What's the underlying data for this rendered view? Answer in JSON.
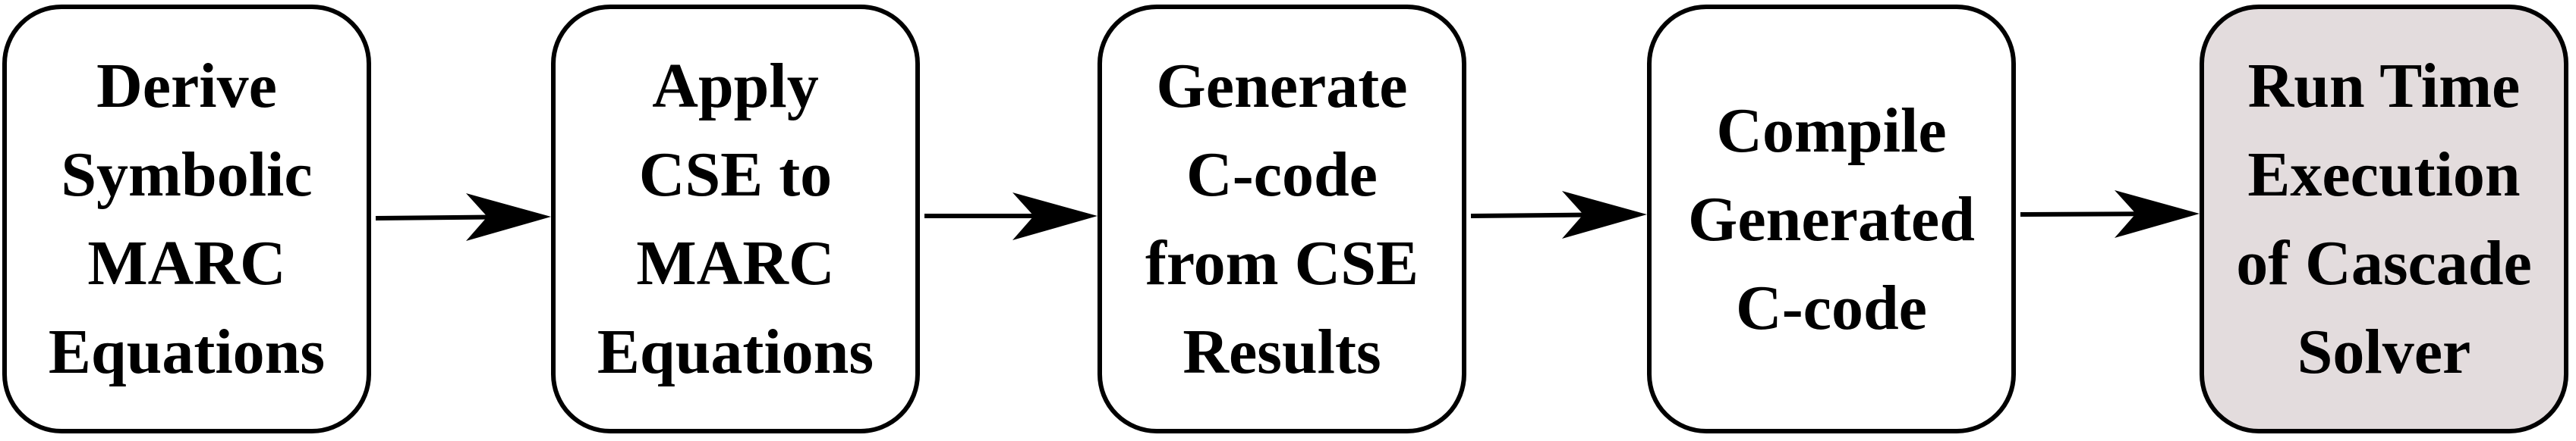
{
  "diagram": {
    "steps": [
      {
        "label": "Derive\nSymbolic\nMARC\nEquations",
        "highlighted": false
      },
      {
        "label": "Apply\nCSE to\nMARC\nEquations",
        "highlighted": false
      },
      {
        "label": "Generate\nC-code\nfrom CSE\nResults",
        "highlighted": false
      },
      {
        "label": "Compile\nGenerated\nC-code",
        "highlighted": false
      },
      {
        "label": "Run Time\nExecution\nof Cascade\nSolver",
        "highlighted": true
      }
    ],
    "colors": {
      "stroke": "#000000",
      "box_fill": "#ffffff",
      "highlight_fill": "#e3dcdd"
    }
  }
}
